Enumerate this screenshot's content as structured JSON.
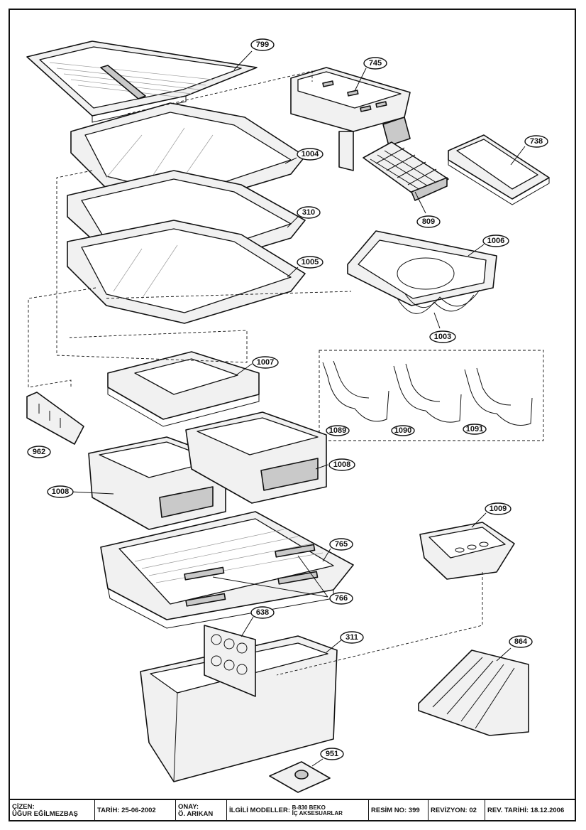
{
  "callouts": [
    {
      "label": "799"
    },
    {
      "label": "745"
    },
    {
      "label": "738"
    },
    {
      "label": "1004"
    },
    {
      "label": "809"
    },
    {
      "label": "310"
    },
    {
      "label": "1006"
    },
    {
      "label": "1005"
    },
    {
      "label": "1003"
    },
    {
      "label": "1007"
    },
    {
      "label": "1089"
    },
    {
      "label": "1090"
    },
    {
      "label": "1091"
    },
    {
      "label": "962"
    },
    {
      "label": "1008"
    },
    {
      "label": "1008"
    },
    {
      "label": "1009"
    },
    {
      "label": "765"
    },
    {
      "label": "766"
    },
    {
      "label": "638"
    },
    {
      "label": "311"
    },
    {
      "label": "864"
    },
    {
      "label": "951"
    }
  ],
  "title_block": {
    "drawn_by_label": "ÇİZEN:",
    "drawn_by": "ÜĞUR EĞİLMEZBAŞ",
    "date_label": "TARİH:",
    "date": "25-06-2002",
    "approved_label": "ONAY:",
    "approved_by": "Ö. ARIKAN",
    "models_label": "İLGİLİ MODELLER:",
    "models_line1": "B-830  BEKO",
    "models_line2": "İÇ AKSESUARLAR",
    "drawing_no_label": "RESİM NO:",
    "drawing_no": "399",
    "revision_label": "REVİZYON:",
    "revision": "02",
    "rev_date_label": "REV. TARİHİ:",
    "rev_date": "18.12.2006"
  }
}
